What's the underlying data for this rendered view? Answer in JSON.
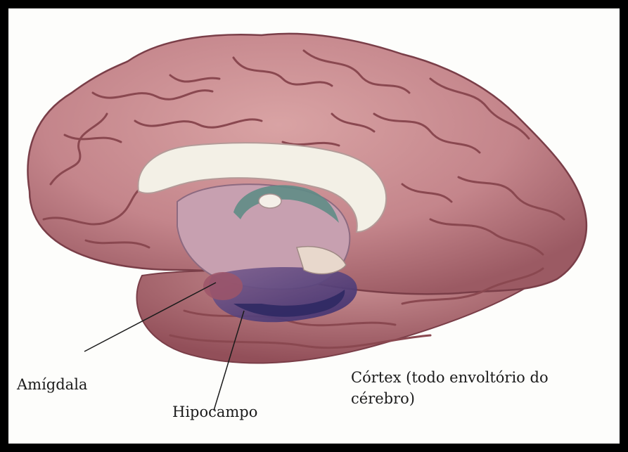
{
  "labels": {
    "amygdala": "Amígdala",
    "hippocampus": "Hipocampo",
    "cortex": "Córtex (todo envoltório do cérebro)"
  },
  "colors": {
    "frame": "#000000",
    "background": "#fdfdfb",
    "cortex": "#c98a8f",
    "cortex_shadow": "#8e4f58",
    "corpus_callosum": "#f3f0e6",
    "limbic": "#5a4a86",
    "leader_line": "#1b1b1b"
  }
}
